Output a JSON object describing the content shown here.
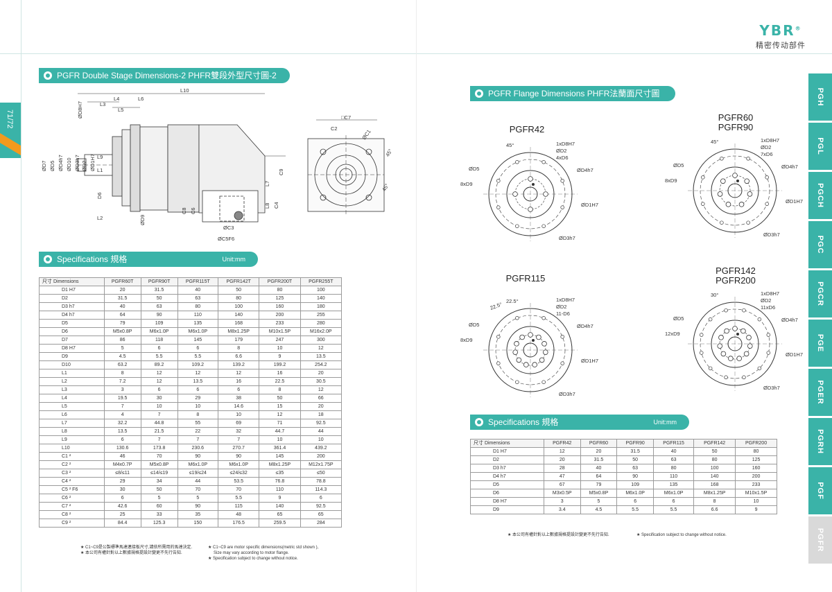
{
  "brand": {
    "logo": "YBR",
    "registered": "®",
    "tagline": "精密传动部件"
  },
  "page_number": "71/72",
  "left": {
    "section_title": "PGFR Double Stage Dimensions-2   PHFR雙段外型尺寸圖-2",
    "spec_title": "Specifications   規格",
    "spec_unit": "Unit:mm",
    "dim_labels": {
      "L10": "L10",
      "L4": "L4",
      "L6": "L6",
      "L3": "L3",
      "L5": "L5",
      "D8": "ØD8H7",
      "L9": "L9",
      "L1": "L1",
      "D6": "D6",
      "L2": "L2",
      "D9": "ØD9",
      "C8": "C8",
      "C6": "C6",
      "L7": "L7",
      "L8": "L8",
      "C4": "C4",
      "C9": "C9",
      "C3": "ØC3",
      "C5": "ØC5F6",
      "C7": "□C7",
      "C2": "C2",
      "C1": "ØC1",
      "A45a": "45°",
      "A45b": "45°",
      "D7": "ØD7",
      "D5": "ØD5",
      "D4": "ØD4h7",
      "D10": "ØD10",
      "D3": "ØD3h7",
      "D2": "ØD2",
      "D1": "ØD1H7"
    },
    "table": {
      "columns": [
        "尺寸 Dimensions",
        "PGFR60T",
        "PGFR90T",
        "PGFR115T",
        "PGFR142T",
        "PGFR200T",
        "PGFR255T"
      ],
      "rows": [
        [
          "D1 H7",
          "20",
          "31.5",
          "40",
          "50",
          "80",
          "100"
        ],
        [
          "D2",
          "31.5",
          "50",
          "63",
          "80",
          "125",
          "140"
        ],
        [
          "D3 h7",
          "40",
          "63",
          "80",
          "100",
          "160",
          "180"
        ],
        [
          "D4 h7",
          "64",
          "90",
          "110",
          "140",
          "200",
          "255"
        ],
        [
          "D5",
          "79",
          "109",
          "135",
          "168",
          "233",
          "280"
        ],
        [
          "D6",
          "M5x0.8P",
          "M6x1.0P",
          "M6x1.0P",
          "M8x1.25P",
          "M10x1.5P",
          "M16x2.0P"
        ],
        [
          "D7",
          "86",
          "118",
          "145",
          "179",
          "247",
          "300"
        ],
        [
          "D8 H7",
          "5",
          "6",
          "6",
          "8",
          "10",
          "12"
        ],
        [
          "D9",
          "4.5",
          "5.5",
          "5.5",
          "6.6",
          "9",
          "13.5"
        ],
        [
          "D10",
          "63.2",
          "89.2",
          "109.2",
          "139.2",
          "199.2",
          "254.2"
        ],
        [
          "L1",
          "8",
          "12",
          "12",
          "12",
          "16",
          "20"
        ],
        [
          "L2",
          "7.2",
          "12",
          "13.5",
          "16",
          "22.5",
          "30.5"
        ],
        [
          "L3",
          "3",
          "6",
          "6",
          "6",
          "8",
          "12"
        ],
        [
          "L4",
          "19.5",
          "30",
          "29",
          "38",
          "50",
          "66"
        ],
        [
          "L5",
          "7",
          "10",
          "10",
          "14.6",
          "15",
          "20"
        ],
        [
          "L6",
          "4",
          "7",
          "8",
          "10",
          "12",
          "18"
        ],
        [
          "L7",
          "32.2",
          "44.8",
          "55",
          "69",
          "71",
          "92.5"
        ],
        [
          "L8",
          "13.5",
          "21.5",
          "22",
          "32",
          "44.7",
          "44"
        ],
        [
          "L9",
          "6",
          "7",
          "7",
          "7",
          "10",
          "10"
        ],
        [
          "L10",
          "130.6",
          "173.8",
          "230.6",
          "270.7",
          "361.4",
          "439.2"
        ],
        [
          "C1 ²",
          "46",
          "70",
          "90",
          "90",
          "145",
          "200"
        ],
        [
          "C2 ²",
          "M4x0.7P",
          "M5x0.8P",
          "M6x1.0P",
          "M6x1.0P",
          "M8x1.25P",
          "M12x1.75P"
        ],
        [
          "C3 ²",
          "≤8/≤11",
          "≤14/≤19",
          "≤19/≤24",
          "≤24/≤32",
          "≤35",
          "≤50"
        ],
        [
          "C4 ²",
          "29",
          "34",
          "44",
          "53.5",
          "76.8",
          "78.8"
        ],
        [
          "C5 ² F6",
          "30",
          "50",
          "70",
          "70",
          "110",
          "114.3"
        ],
        [
          "C6 ²",
          "6",
          "5",
          "5",
          "5.5",
          "9",
          "6"
        ],
        [
          "C7 ²",
          "42.6",
          "60",
          "90",
          "115",
          "140",
          "92.5"
        ],
        [
          "C8 ²",
          "25",
          "33",
          "35",
          "48",
          "65",
          "65"
        ],
        [
          "C9 ²",
          "84.4",
          "125.3",
          "150",
          "176.5",
          "259.5",
          "284"
        ]
      ]
    },
    "notes": {
      "n1_cn": "★ C1~C9是公製標準馬達連接板尺寸,請依所需用的馬達決定.",
      "n1_en": "★ C1~C9 are motor specific dimensions(metric std shown ),",
      "n1_en2": "Size may vary according to motor flange.",
      "n2_cn": "★ 本公司有權針對以上數據規格提設計變更不先行告知.",
      "n2_en": "★ Specification subject to change without notice."
    }
  },
  "right": {
    "section_title": "PGFR Flange Dimensions   PHFR法蘭面尺寸圖",
    "spec_title": "Specifications   規格",
    "spec_unit": "Unit:mm",
    "flanges": [
      {
        "title": "PGFR42",
        "angle": "45°",
        "labels": {
          "d8": "1xD8H7",
          "d2": "ØD2",
          "d6": "4xD6",
          "d5": "ØD5",
          "d9": "8xD9",
          "d4": "ØD4h7",
          "d1": "ØD1H7",
          "d3": "ØD3h7"
        }
      },
      {
        "title": "PGFR60\nPGFR90",
        "angle": "45°",
        "labels": {
          "d8": "1xD8H7",
          "d2": "ØD2",
          "d6": "7xD6",
          "d5": "ØD5",
          "d9": "8xD9",
          "d4": "ØD4h7",
          "d1": "ØD1H7",
          "d3": "ØD3h7"
        }
      },
      {
        "title": "PGFR115",
        "angle": "22.5°",
        "angle2": "22.5°",
        "labels": {
          "d8": "1xD8H7",
          "d2": "ØD2",
          "d6": "11-D6",
          "d5": "ØD5",
          "d9": "8xD9",
          "d4": "ØD4h7",
          "d1": "ØD1H7",
          "d3": "ØD3h7"
        }
      },
      {
        "title": "PGFR142\nPGFR200",
        "angle": "30°",
        "labels": {
          "d8": "1xD8H7",
          "d2": "ØD2",
          "d6": "11xD6",
          "d5": "ØD5",
          "d9": "12xD9",
          "d4": "ØD4h7",
          "d1": "ØD1H7",
          "d3": "ØD3h7"
        }
      }
    ],
    "table": {
      "columns": [
        "尺寸 Dimensions",
        "PGFR42",
        "PGFR60",
        "PGFR90",
        "PGFR115",
        "PGFR142",
        "PGFR200"
      ],
      "rows": [
        [
          "D1 H7",
          "12",
          "20",
          "31.5",
          "40",
          "50",
          "80"
        ],
        [
          "D2",
          "20",
          "31.5",
          "50",
          "63",
          "80",
          "125"
        ],
        [
          "D3 h7",
          "28",
          "40",
          "63",
          "80",
          "100",
          "160"
        ],
        [
          "D4 h7",
          "47",
          "64",
          "90",
          "110",
          "140",
          "200"
        ],
        [
          "D5",
          "67",
          "79",
          "109",
          "135",
          "168",
          "233"
        ],
        [
          "D6",
          "M3x0.5P",
          "M5x0.8P",
          "M6x1.0P",
          "M6x1.0P",
          "M8x1.25P",
          "M10x1.5P"
        ],
        [
          "D8 H7",
          "3",
          "5",
          "6",
          "6",
          "8",
          "10"
        ],
        [
          "D9",
          "3.4",
          "4.5",
          "5.5",
          "5.5",
          "6.6",
          "9"
        ]
      ]
    },
    "notes": {
      "n1_cn": "★ 本公司有權針對以上數據規格提設計變更不先行告知.",
      "n1_en": "★ Specification subject to change without notice."
    }
  },
  "sidetabs": [
    "PGH",
    "PGL",
    "PGCH",
    "PGC",
    "PGCR",
    "PGE",
    "PGER",
    "PGRH",
    "PGF",
    "PGFR"
  ],
  "colors": {
    "accent": "#3ab3a8",
    "orange": "#f39a1e",
    "inactive_tab": "#d9d9d9"
  }
}
